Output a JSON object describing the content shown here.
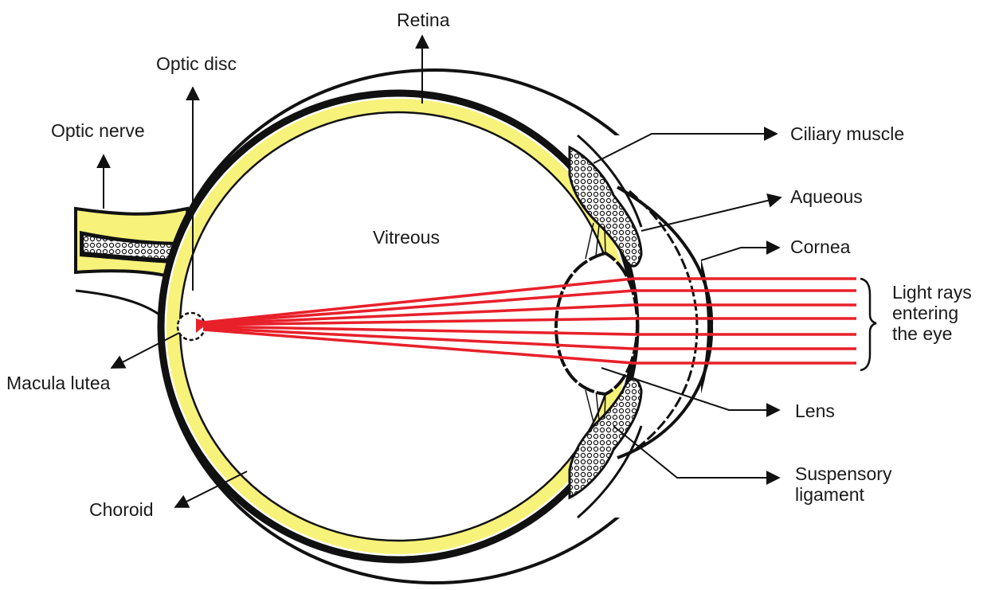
{
  "labels": {
    "retina": "Retina",
    "optic_disc": "Optic disc",
    "optic_nerve": "Optic nerve",
    "vitreous": "Vitreous",
    "ciliary_muscle": "Ciliary muscle",
    "aqueous": "Aqueous",
    "cornea": "Cornea",
    "light_rays": "Light rays\nentering\nthe eye",
    "macula_lutea": "Macula lutea",
    "lens": "Lens",
    "suspensory_ligament": "Suspensory\nligament",
    "choroid": "Choroid"
  },
  "colors": {
    "retina_layer": "#f7f27a",
    "light_ray": "#e8202a",
    "outline": "#111111",
    "background": "#ffffff"
  }
}
